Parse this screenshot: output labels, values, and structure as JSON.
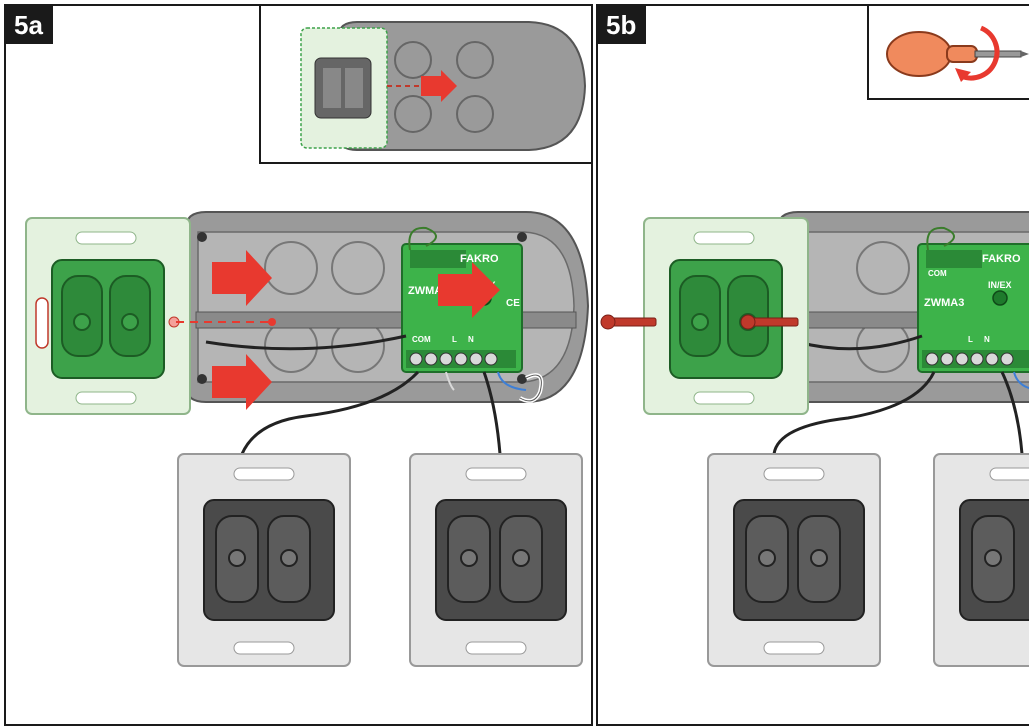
{
  "panels": [
    {
      "label": "5a"
    },
    {
      "label": "5b"
    }
  ],
  "module": {
    "brand": "FAKRO",
    "model": "ZWMA3",
    "button_label": "IN/EX",
    "terminal_labels": {
      "com": "COM",
      "l": "L",
      "n": "N"
    },
    "mark_ce": "CE"
  },
  "colors": {
    "module_green": "#3db34a",
    "switch_green": "#3da24a",
    "frame_light_green": "#e4f2df",
    "arrow_red": "#e8392f",
    "screw_red": "#c0392b",
    "box_gray": "#9a9a9a",
    "frame_gray": "#e6e6e6",
    "mechanism_dark": "#4a4a4a"
  },
  "icons": [
    "screwdriver-icon",
    "rotate-arrow-icon",
    "push-arrow-icon",
    "screw-icon"
  ]
}
